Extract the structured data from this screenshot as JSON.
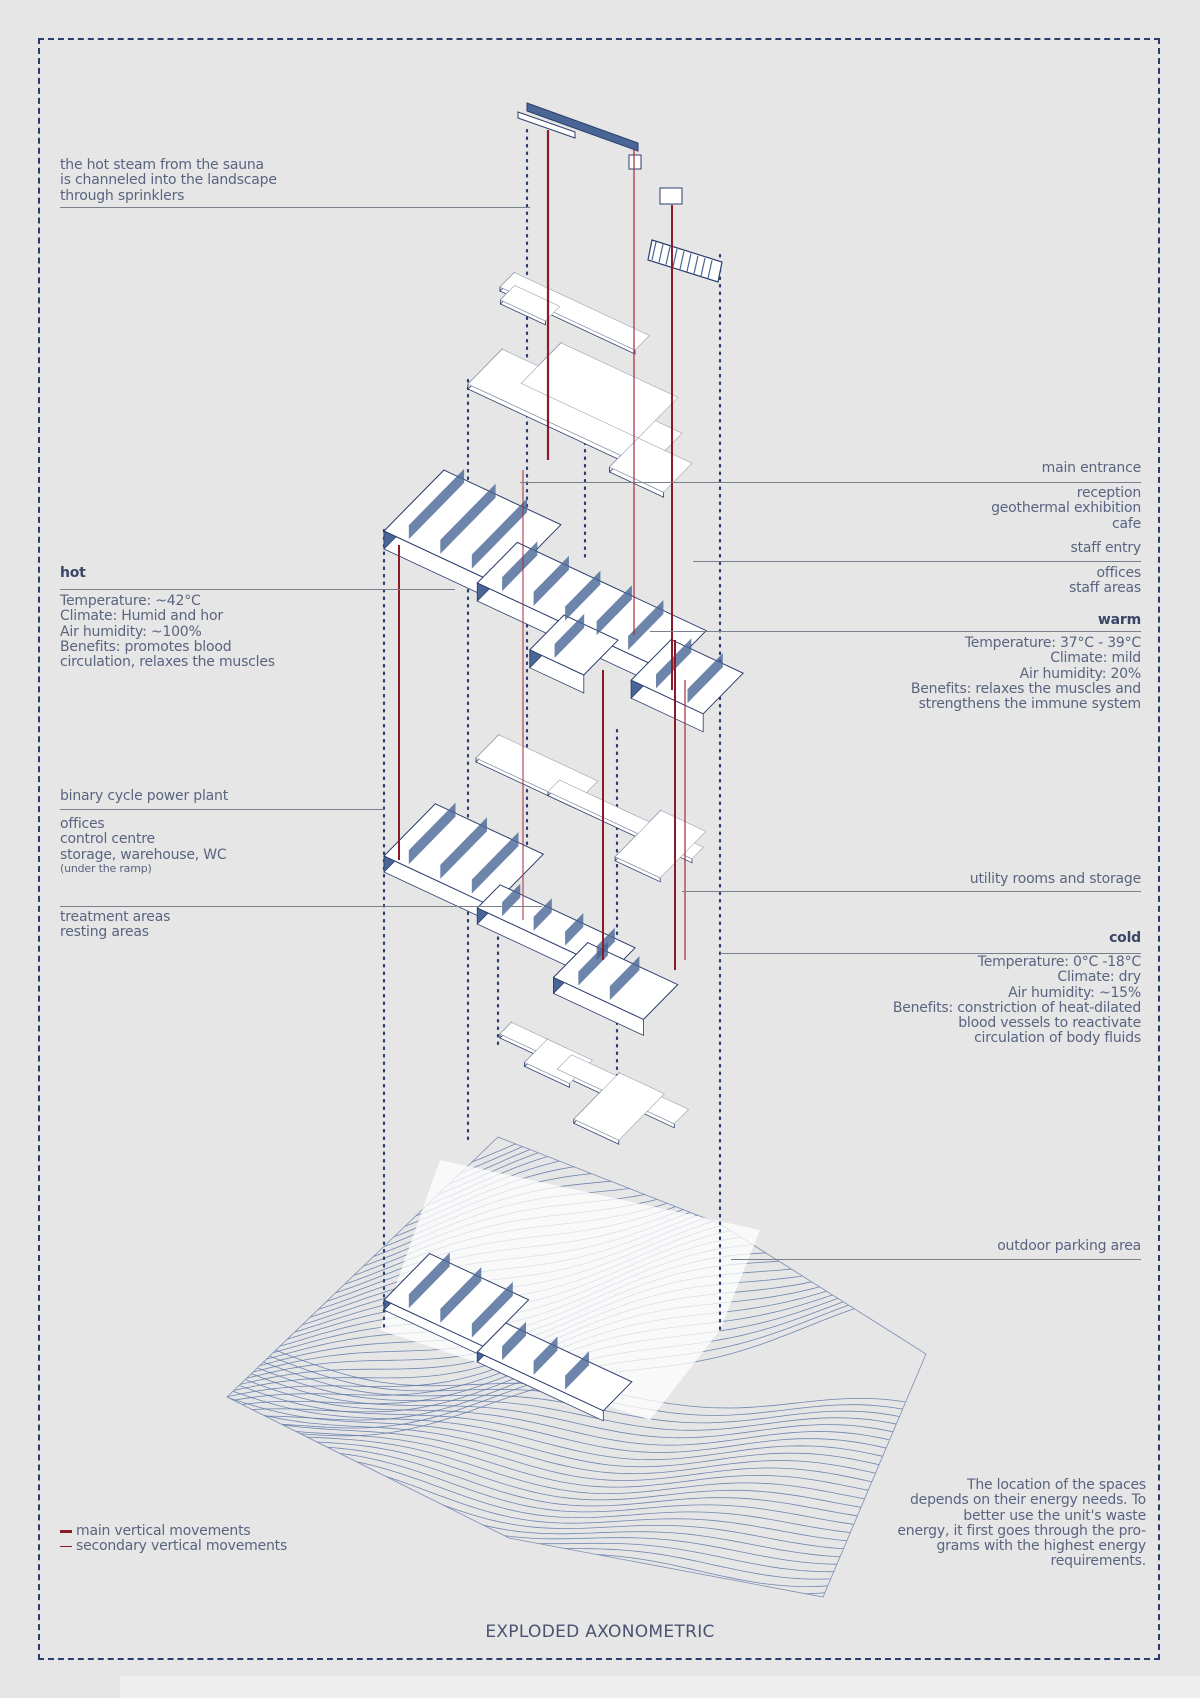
{
  "colors": {
    "background": "#e6e6e6",
    "frame": "#2c3e6b",
    "wall": "#4a6696",
    "main_movement": "#8b1a2a",
    "secondary_movement": "#a8283a",
    "text": "#5a6480"
  },
  "title": "EXPLODED AXONOMETRIC",
  "labels": {
    "sauna": [
      "the hot steam from the sauna",
      "is channeled into the landscape",
      "through sprinklers"
    ],
    "main_entrance": "main entrance",
    "reception": [
      "reception",
      "geothermal exhibition",
      "cafe"
    ],
    "staff_entry": "staff entry",
    "offices_staff": [
      "offices",
      "staff areas"
    ],
    "hot": {
      "heading": "hot",
      "lines": [
        "Temperature: ~42°C",
        "Climate: Humid and hor",
        "Air humidity: ~100%",
        "Benefits: promotes blood",
        "circulation, relaxes the muscles"
      ]
    },
    "warm": {
      "heading": "warm",
      "lines": [
        "Temperature: 37°C - 39°C",
        "Climate: mild",
        "Air humidity: 20%",
        "Benefits: relaxes the muscles and",
        "strengthens the immune system"
      ]
    },
    "power_plant": "binary cycle power plant",
    "plant_rooms": [
      "offices",
      "control centre",
      "storage, warehouse, WC"
    ],
    "plant_note": "(under the ramp)",
    "treatment": [
      "treatment areas",
      "resting areas"
    ],
    "utility": "utility rooms and storage",
    "cold": {
      "heading": "cold",
      "lines": [
        "Temperature: 0°C -18°C",
        "Climate: dry",
        "Air humidity: ~15%",
        "Benefits: constriction of heat-dilated",
        "blood vessels to reactivate",
        "circulation of body fluids"
      ]
    },
    "parking": "outdoor parking area",
    "energy_note": [
      "The location of the spaces",
      "depends on their energy needs. To",
      "better use the unit's waste",
      "energy, it first goes through the pro-",
      "grams with the highest energy",
      "requirements."
    ]
  },
  "legend": [
    {
      "label": "main vertical movements"
    },
    {
      "label": "secondary vertical movements"
    }
  ]
}
